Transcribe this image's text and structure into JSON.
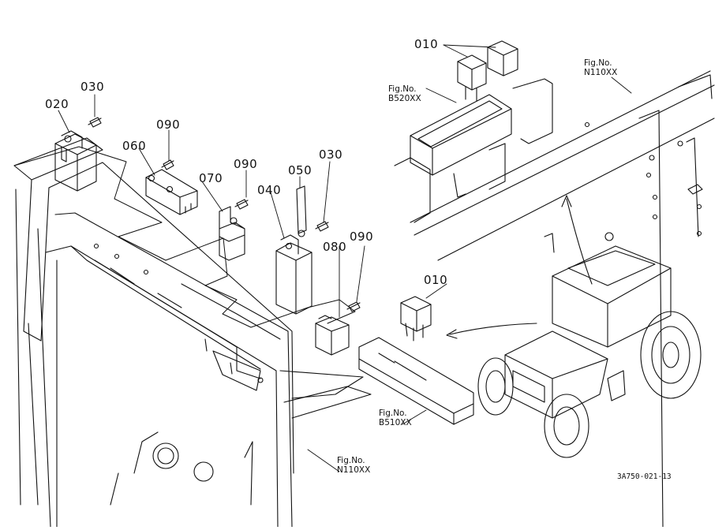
{
  "part_labels": {
    "p010_top": "010",
    "p010_mid": "010",
    "p020": "020",
    "p030_left": "030",
    "p030_right": "030",
    "p040": "040",
    "p050": "050",
    "p060": "060",
    "p070": "070",
    "p080": "080",
    "p090_a": "090",
    "p090_b": "090",
    "p090_c": "090"
  },
  "fig_refs": {
    "b520": {
      "prefix": "Fig.No.",
      "number": "B520XX"
    },
    "n110_top": {
      "prefix": "Fig.No.",
      "number": "N110XX"
    },
    "b510": {
      "prefix": "Fig.No.",
      "number": "B510XX"
    },
    "n110_bottom": {
      "prefix": "Fig.No.",
      "number": "N110XX"
    }
  },
  "drawing_code": "3A750-021-13"
}
